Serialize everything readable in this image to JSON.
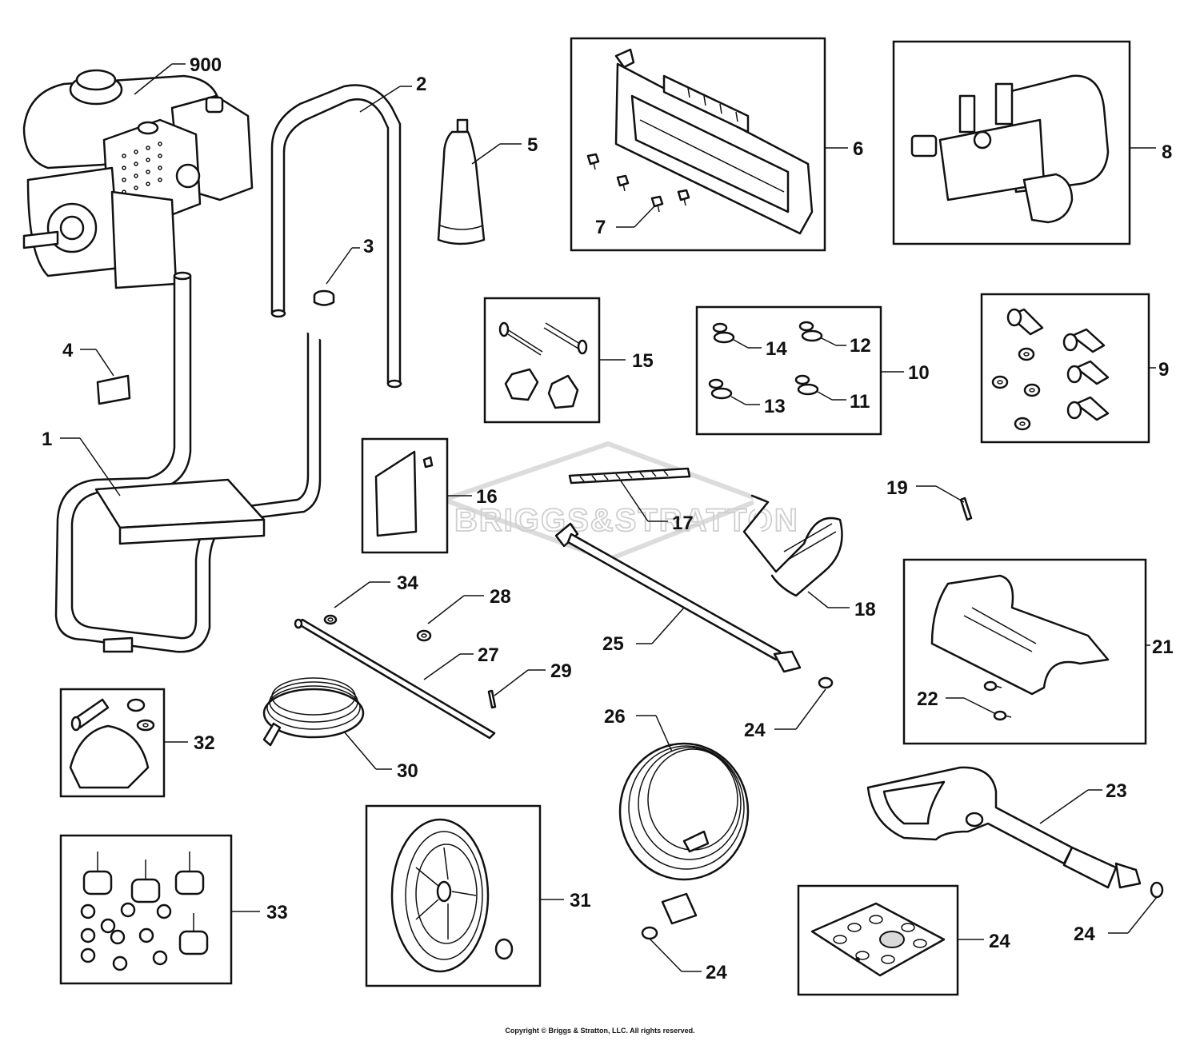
{
  "watermark": "BRIGGS&STRATTON",
  "copyright": "Copyright © Briggs & Stratton, LLC. All rights reserved.",
  "callouts": {
    "c900": "900",
    "c1": "1",
    "c2": "2",
    "c3": "3",
    "c4": "4",
    "c5": "5",
    "c6": "6",
    "c7": "7",
    "c8": "8",
    "c9": "9",
    "c10": "10",
    "c11": "11",
    "c12": "12",
    "c13": "13",
    "c14": "14",
    "c15": "15",
    "c16": "16",
    "c17": "17",
    "c18": "18",
    "c19": "19",
    "c21": "21",
    "c22": "22",
    "c23": "23",
    "c24a": "24",
    "c24b": "24",
    "c24c": "24",
    "c24d": "24",
    "c25": "25",
    "c26": "26",
    "c27": "27",
    "c28": "28",
    "c29": "29",
    "c30": "30",
    "c31": "31",
    "c32": "32",
    "c33": "33",
    "c34": "34"
  }
}
